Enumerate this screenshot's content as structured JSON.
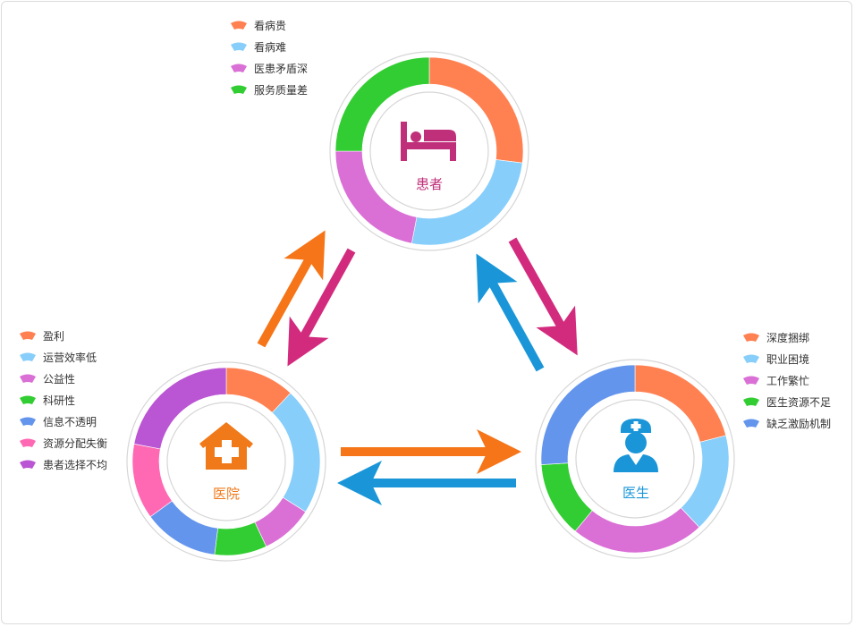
{
  "chart_data": [
    {
      "type": "donut",
      "center_label": "患者",
      "center_icon": "bed-icon",
      "label_color": "#c0307a",
      "legend": [
        "看病贵",
        "看病难",
        "医患矛盾深",
        "服务质量差"
      ],
      "colors": [
        "#ff8152",
        "#87cefa",
        "#da70d6",
        "#32cd32"
      ],
      "values": [
        27,
        26,
        22,
        25
      ]
    },
    {
      "type": "donut",
      "center_label": "医院",
      "center_icon": "hospital-icon",
      "label_color": "#f07a1a",
      "legend": [
        "盈利",
        "运营效率低",
        "公益性",
        "科研性",
        "信息不透明",
        "资源分配失衡",
        "患者选择不均"
      ],
      "colors": [
        "#ff8152",
        "#87cefa",
        "#da70d6",
        "#32cd32",
        "#6495ed",
        "#ff69b4",
        "#ba55d3"
      ],
      "values": [
        12,
        22,
        9,
        9,
        13,
        13,
        22
      ]
    },
    {
      "type": "donut",
      "center_label": "医生",
      "center_icon": "doctor-icon",
      "label_color": "#1a96d8",
      "legend": [
        "深度捆绑",
        "职业困境",
        "工作繁忙",
        "医生资源不足",
        "缺乏激励机制"
      ],
      "colors": [
        "#ff8152",
        "#87cefa",
        "#da70d6",
        "#32cd32",
        "#6495ed"
      ],
      "values": [
        21,
        17,
        23,
        13,
        26
      ]
    }
  ],
  "arrow_colors": {
    "orange": "#f57518",
    "magenta": "#d22b7e",
    "blue": "#1a96d8"
  }
}
